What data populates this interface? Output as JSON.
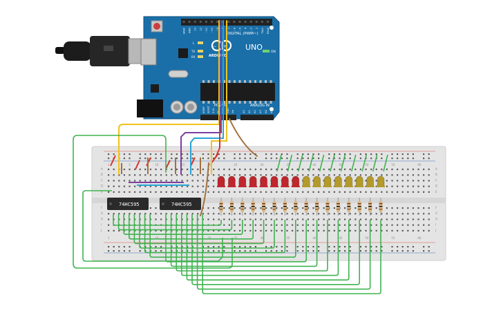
{
  "arduino": {
    "brand_text": "ARDUINO",
    "model_text": "UNO",
    "on_label": "ON",
    "digital_label": "DIGITAL (PWM~)",
    "power_label": "POWER",
    "analog_label": "ANALOG IN",
    "tx_label": "TX",
    "rx_label": "RX",
    "l_label": "L",
    "digital_pins": [
      "AREF",
      "GND",
      "13",
      "12",
      "~11",
      "~10",
      "~9",
      "8",
      "7",
      "~6",
      "~5",
      "4",
      "~3",
      "2",
      "TX▸1",
      "RX◂0"
    ],
    "power_pins": [
      "IOREF",
      "RESET",
      "3.3V",
      "5V",
      "GND",
      "GND",
      "Vin"
    ],
    "analog_pins": [
      "A0",
      "A1",
      "A2",
      "A3",
      "A4",
      "A5"
    ]
  },
  "chips": [
    {
      "label": "74HC595"
    },
    {
      "label": "74HC595"
    }
  ],
  "leds": {
    "red_count": 8,
    "yellow_count": 8,
    "colors": {
      "red": "#c0262d",
      "yellow": "#b39a2a"
    }
  },
  "breadboard": {
    "row_letters_top": [
      "A",
      "B",
      "C",
      "D",
      "E"
    ],
    "row_letters_bottom": [
      "F",
      "G",
      "H",
      "I",
      "J"
    ],
    "column_numbers": [
      "1",
      "5",
      "10",
      "15",
      "20",
      "25",
      "30",
      "35",
      "40",
      "45",
      "50",
      "55",
      "60"
    ]
  },
  "colors": {
    "board": "#1a6fa8",
    "breadboard": "#e4e4e4",
    "wire_green": "#3fb34f",
    "wire_yellow": "#f2c21b",
    "wire_blue": "#2aa3d6",
    "wire_purple": "#7b3fa0",
    "wire_brown": "#a2703e",
    "wire_red": "#d6342c"
  }
}
